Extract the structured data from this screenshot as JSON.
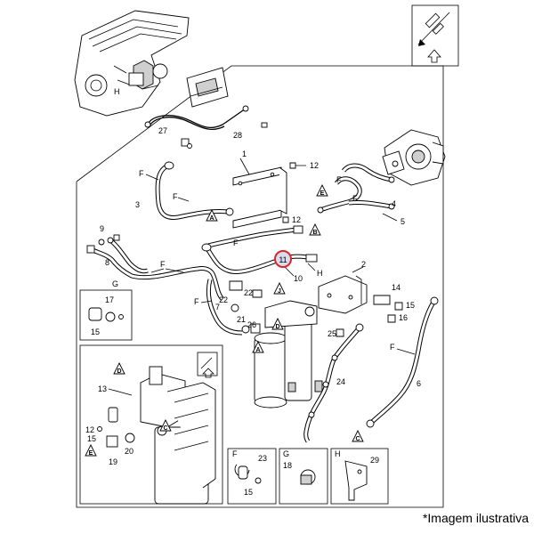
{
  "footer": {
    "note": "*Imagem ilustrativa"
  },
  "highlight": {
    "label": "11",
    "color": "#d9262b"
  },
  "callouts": {
    "n1": "1",
    "n2": "2",
    "n3": "3",
    "n4": "4",
    "n5": "5",
    "n6": "6",
    "n8": "8",
    "n9": "9",
    "n10": "10",
    "n12a": "12",
    "n12b": "12",
    "n13": "13",
    "n14": "14",
    "n15a": "15",
    "n15b": "15",
    "n15c": "15",
    "n16": "16",
    "n17": "17",
    "n18": "18",
    "n19": "19",
    "n20": "20",
    "n21": "21",
    "n22a": "22",
    "n22b": "22",
    "n23": "23",
    "n24": "24",
    "n25": "25",
    "n26": "26",
    "n27": "27",
    "n28": "28",
    "n29": "29",
    "n7": "7",
    "n12c": "12"
  },
  "letters": {
    "H_engine": "H",
    "F_a": "F",
    "F_b": "F",
    "F_c": "F",
    "F_d": "F",
    "F_e": "F",
    "F_f": "F",
    "F_g": "F",
    "F_h": "F",
    "G_a": "G",
    "H_b": "H",
    "box_F": "F",
    "box_G": "G",
    "box_H": "H"
  },
  "triangles": {
    "t1": "E",
    "t2": "A",
    "t3": "B",
    "t4": "J",
    "t5": "D",
    "t6": "C",
    "t7": "A",
    "t8": "D",
    "t9": "C",
    "t10": "E"
  }
}
